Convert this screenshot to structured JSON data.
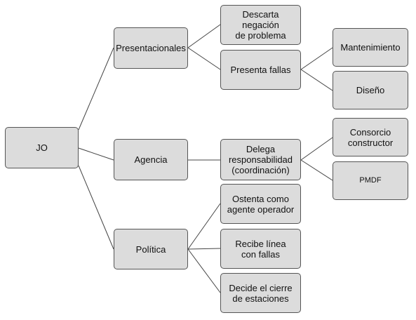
{
  "diagram": {
    "nodes": {
      "root": "JO",
      "presentacionales": "Presentacionales",
      "agencia": "Agencia",
      "politica": "Política",
      "descarta": "Descarta\nnegación\nde problema",
      "presenta": "Presenta fallas",
      "mantenimiento": "Mantenimiento",
      "diseno": "Diseño",
      "delega": "Delega\nresponsabilidad\n(coordinación)",
      "consorcio": "Consorcio\nconstructor",
      "pmdf": "PMDF",
      "ostenta": "Ostenta como\nagente operador",
      "recibe": "Recibe línea\ncon fallas",
      "decide": "Decide el cierre\nde estaciones"
    },
    "colors": {
      "node_fill": "#dcdcdc",
      "node_border": "#555555",
      "edge": "#444444"
    }
  }
}
